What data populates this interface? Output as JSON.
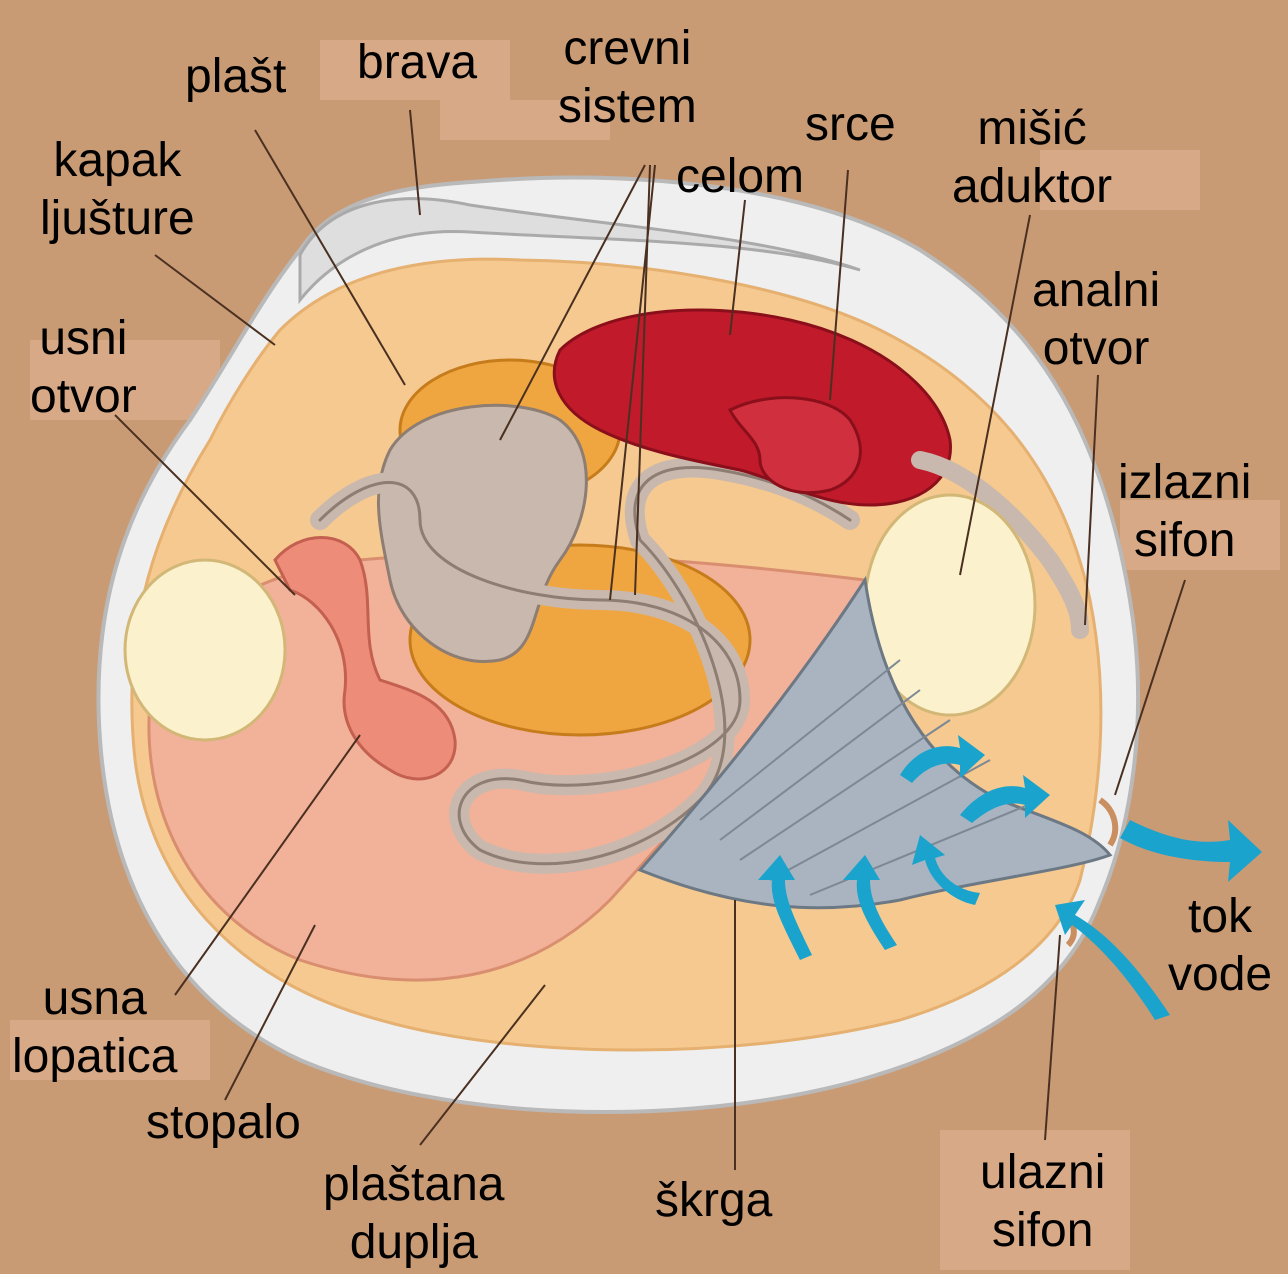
{
  "labels": {
    "plast": "plašt",
    "brava": "brava",
    "crevni_1": "crevni",
    "crevni_2": "sistem",
    "srce": "srce",
    "misic_1": "mišić",
    "misic_2": "aduktor",
    "celom": "celom",
    "kapak_1": "kapak",
    "kapak_2": "ljušture",
    "usni_1": "usni",
    "usni_2": "otvor",
    "analni_1": "analni",
    "analni_2": "otvor",
    "izlazni_1": "izlazni",
    "izlazni_2": "sifon",
    "tok_1": "tok",
    "tok_2": "vode",
    "usna_1": "usna",
    "usna_2": "lopatica",
    "stopalo": "stopalo",
    "plastana_1": "plaštana",
    "plastana_2": "duplja",
    "skrga": "škrga",
    "ulazni_1": "ulazni",
    "ulazni_2": "sifon"
  },
  "colors": {
    "background": "#c99b75",
    "shell": "#efefef",
    "mantle": "#f5c990",
    "foot": "#f2b199",
    "heart": "#c01a2b",
    "intestine": "#c9b8ad",
    "gonad": "#f0a640",
    "gill": "#a9b4c0",
    "water_arrow": "#1aa3cc"
  },
  "icons": [
    "water-flow-arrow-icon"
  ]
}
